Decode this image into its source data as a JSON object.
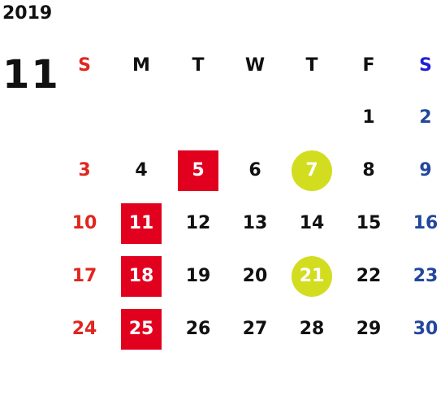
{
  "year": "2019",
  "month": "11",
  "colors": {
    "sunday": "#e0261e",
    "saturday": "#23479c",
    "holiday_bg": "#e2001f",
    "event_bg": "#d3dd1f",
    "text": "#111111"
  },
  "weekdays": [
    "S",
    "M",
    "T",
    "W",
    "T",
    "F",
    "S"
  ],
  "weeks": [
    [
      {
        "day": "",
        "type": "empty"
      },
      {
        "day": "",
        "type": "empty"
      },
      {
        "day": "",
        "type": "empty"
      },
      {
        "day": "",
        "type": "empty"
      },
      {
        "day": "",
        "type": "empty"
      },
      {
        "day": "1",
        "type": "normal"
      },
      {
        "day": "2",
        "type": "saturday"
      }
    ],
    [
      {
        "day": "3",
        "type": "sunday"
      },
      {
        "day": "4",
        "type": "normal"
      },
      {
        "day": "5",
        "type": "holiday"
      },
      {
        "day": "6",
        "type": "normal"
      },
      {
        "day": "7",
        "type": "event"
      },
      {
        "day": "8",
        "type": "normal"
      },
      {
        "day": "9",
        "type": "saturday"
      }
    ],
    [
      {
        "day": "10",
        "type": "sunday"
      },
      {
        "day": "11",
        "type": "holiday"
      },
      {
        "day": "12",
        "type": "normal"
      },
      {
        "day": "13",
        "type": "normal"
      },
      {
        "day": "14",
        "type": "normal"
      },
      {
        "day": "15",
        "type": "normal"
      },
      {
        "day": "16",
        "type": "saturday"
      }
    ],
    [
      {
        "day": "17",
        "type": "sunday"
      },
      {
        "day": "18",
        "type": "holiday"
      },
      {
        "day": "19",
        "type": "normal"
      },
      {
        "day": "20",
        "type": "normal"
      },
      {
        "day": "21",
        "type": "event"
      },
      {
        "day": "22",
        "type": "normal"
      },
      {
        "day": "23",
        "type": "saturday"
      }
    ],
    [
      {
        "day": "24",
        "type": "sunday"
      },
      {
        "day": "25",
        "type": "holiday"
      },
      {
        "day": "26",
        "type": "normal"
      },
      {
        "day": "27",
        "type": "normal"
      },
      {
        "day": "28",
        "type": "normal"
      },
      {
        "day": "29",
        "type": "normal"
      },
      {
        "day": "30",
        "type": "saturday"
      }
    ]
  ]
}
